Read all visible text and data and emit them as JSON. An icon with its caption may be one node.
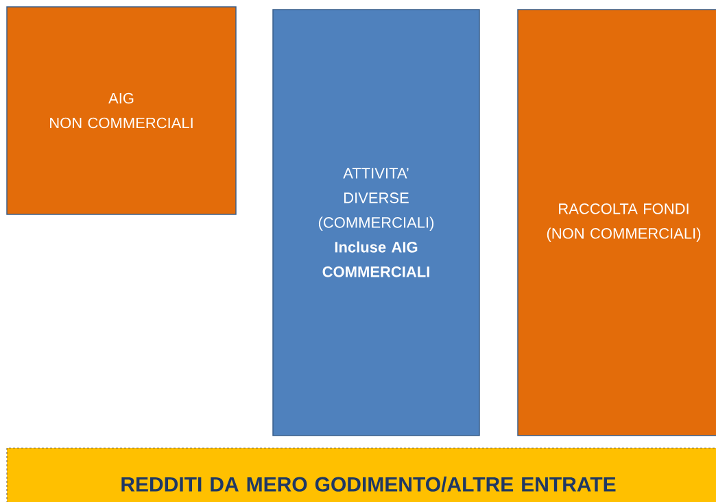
{
  "diagram": {
    "nodes": [
      {
        "text": [
          "AIG",
          "NON COMMERCIALI"
        ]
      },
      {
        "text": [
          "ATTIVITA’ DIVERSE (COMMERCIALI)",
          "Incluse AIG COMMERCIALI"
        ]
      },
      {
        "text": [
          "RACCOLTA FONDI (NON COMMERCIALI)"
        ]
      },
      {
        "text": [
          "REDDITI DA MERO GODIMENTO/ALTRE ENTRATE"
        ]
      }
    ]
  }
}
